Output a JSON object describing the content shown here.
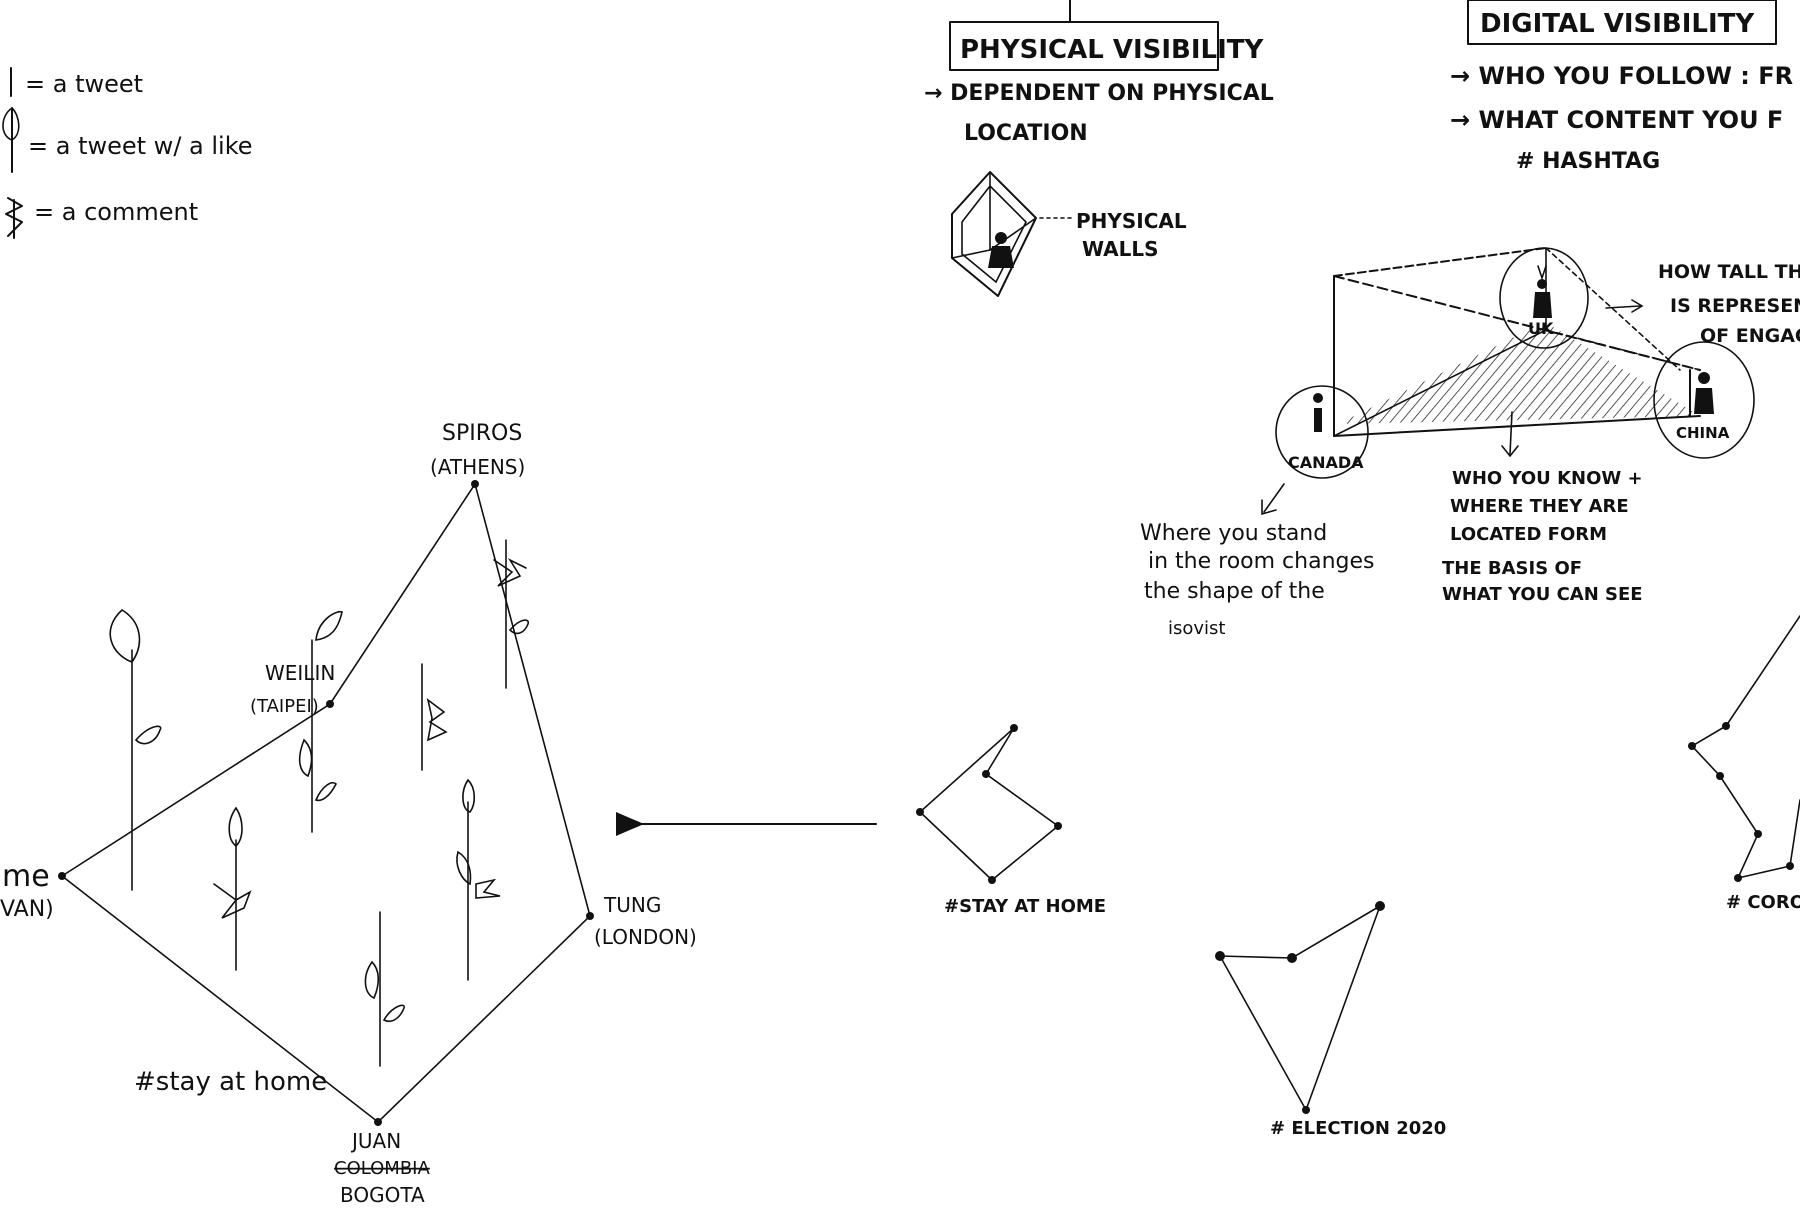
{
  "legend": {
    "tweet": "= a tweet",
    "tweet_like": "= a tweet w/ a like",
    "comment": "= a comment"
  },
  "physical": {
    "title": "PHYSICAL VISIBILITY",
    "point1_line1": "→ DEPENDENT ON PHYSICAL",
    "point1_line2": "LOCATION",
    "walls_line1": "PHYSICAL",
    "walls_line2": "WALLS"
  },
  "digital": {
    "title": "DIGITAL VISIBILITY",
    "point1": "→ WHO YOU FOLLOW : FR",
    "point2": "→ WHAT CONTENT YOU F",
    "point2_sub": "# HASHTAG",
    "how_tall_line1": "HOW TALL THE",
    "how_tall_line2": "IS REPRESENT",
    "how_tall_line3": "OF ENGAG",
    "country_canada": "CANADA",
    "country_uk": "UK",
    "country_china": "CHINA",
    "where_line1": "Where you stand",
    "where_line2": "in the room changes",
    "where_line3": "the shape of the",
    "where_line4": "isovist",
    "who_line1": "WHO YOU KNOW +",
    "who_line2": "WHERE THEY ARE",
    "who_line3": "LOCATED FORM",
    "who_line4": "THE BASIS OF",
    "who_line5": "WHAT YOU CAN SEE"
  },
  "network": {
    "spiros_name": "SPIROS",
    "spiros_city": "(ATHENS)",
    "weilin_name": "WEILIN",
    "weilin_city": "(TAIPEI)",
    "me_name": "me",
    "me_city": "VAN)",
    "tung_name": "TUNG",
    "tung_city": "(LONDON)",
    "juan_name": "JUAN",
    "juan_struck": "COLOMBIA",
    "juan_city": "BOGOTA",
    "hashtag": "#stay at home"
  },
  "shapes": {
    "stay_at_home": "#STAY AT HOME",
    "election": "# ELECTION 2020",
    "corona": "# CORON"
  }
}
